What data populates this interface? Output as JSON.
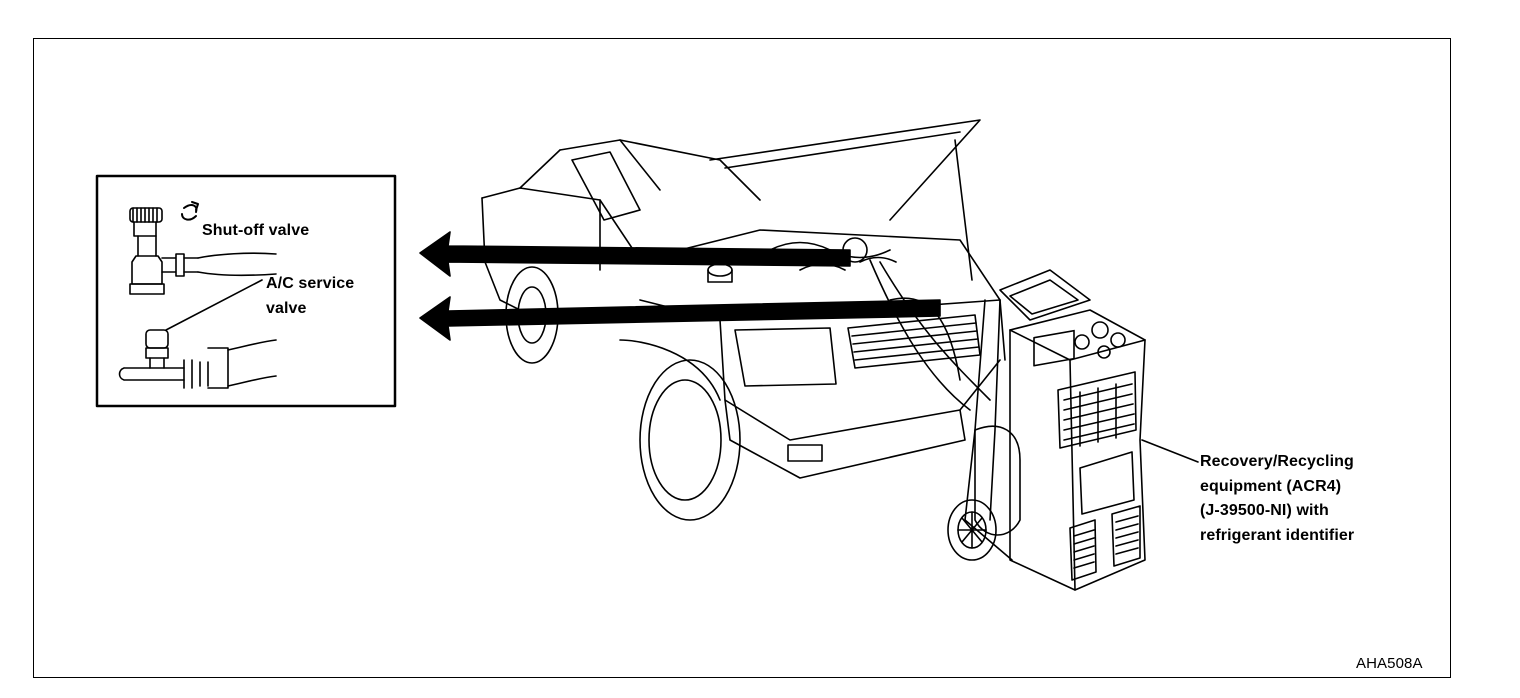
{
  "labels": {
    "shutoff_valve": "Shut-off valve",
    "ac_service_valve_line1": "A/C service",
    "ac_service_valve_line2": "valve",
    "equipment": "Recovery/Recycling\nequipment (ACR4)\n(J-39500-NI) with\nrefrigerant identifier",
    "figure_code": "AHA508A"
  },
  "colors": {
    "ink": "#000000",
    "paper": "#ffffff"
  },
  "icons": [
    "rotation-arrow-icon",
    "arrow-left-icon"
  ]
}
